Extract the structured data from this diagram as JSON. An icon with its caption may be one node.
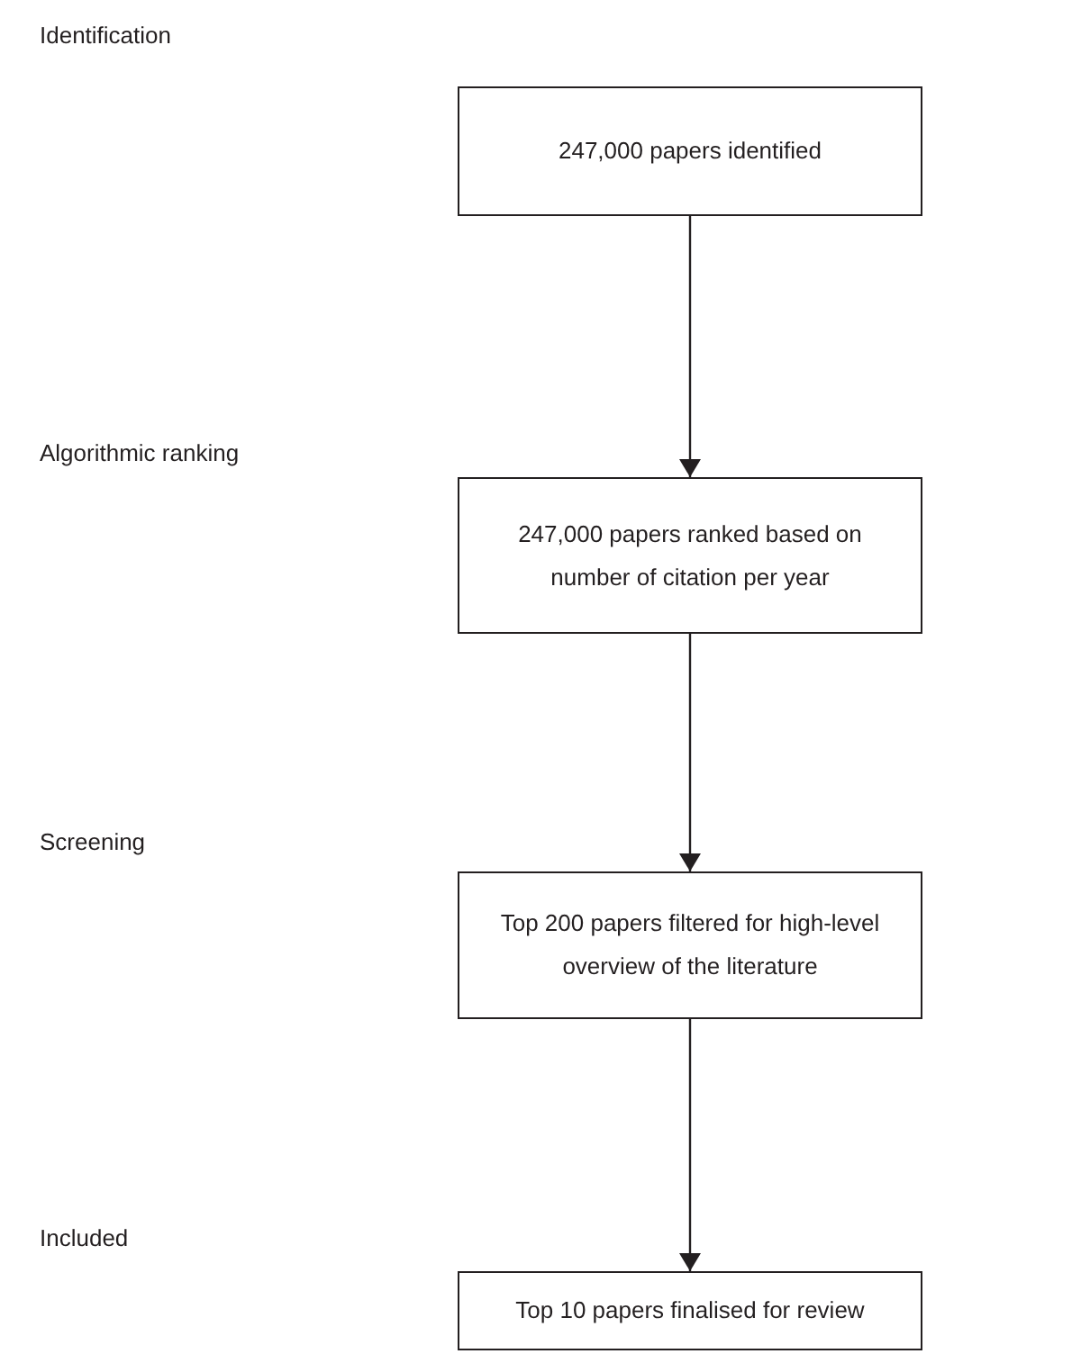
{
  "diagram": {
    "nodes": [
      {
        "text": [
          "247,000 papers identified"
        ]
      },
      {
        "text": [
          "247,000 papers ranked based on number of citation per year"
        ]
      },
      {
        "text": [
          "Top 200 papers filtered for high-level overview of the literature"
        ]
      },
      {
        "text": [
          "Top 10 papers finalised for review"
        ]
      }
    ],
    "edges": [
      {
        "from": 0,
        "to": 1,
        "arrow": "to"
      },
      {
        "from": 1,
        "to": 2,
        "arrow": "to"
      },
      {
        "from": 2,
        "to": 3,
        "arrow": "to"
      }
    ],
    "labels": [
      "Identification",
      "Algorithmic ranking",
      "Screening",
      "Included"
    ]
  }
}
